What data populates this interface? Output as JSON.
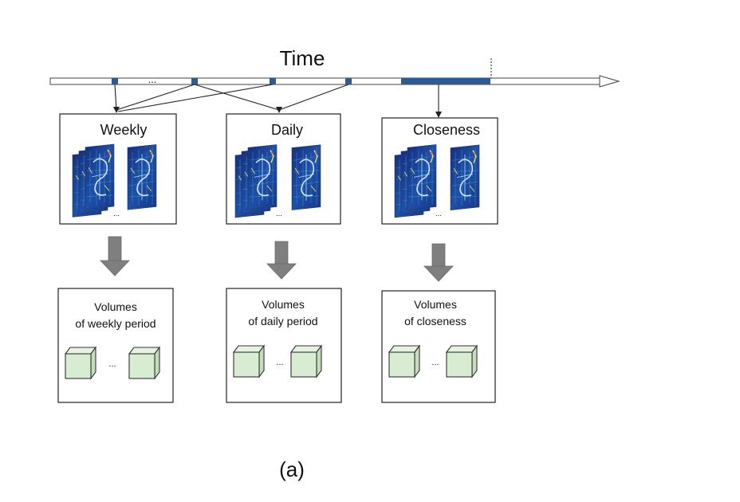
{
  "timeline": {
    "label": "Time",
    "ellipsis": "...",
    "colors": {
      "bar": "#ffffff",
      "outline": "#444444",
      "segment": "#2e5a96"
    }
  },
  "components": [
    {
      "id": "weekly",
      "title": "Weekly",
      "ellipsis": "...",
      "output": {
        "line1": "Volumes",
        "line2": "of weekly period",
        "ellipsis": "..."
      }
    },
    {
      "id": "daily",
      "title": "Daily",
      "ellipsis": "...",
      "output": {
        "line1": "Volumes",
        "line2": "of daily period",
        "ellipsis": "..."
      }
    },
    {
      "id": "closeness",
      "title": "Closeness",
      "ellipsis": "...",
      "output": {
        "line1": "Volumes",
        "line2": "of closeness",
        "ellipsis": "..."
      }
    }
  ],
  "caption": "(a)",
  "colors": {
    "heatmap_base": "#1f3f9a",
    "heatmap_mid": "#3aa0d8",
    "heatmap_hot": "#f0e060",
    "cube": "#d8ecd2",
    "arrow": "#7f7f7f"
  }
}
